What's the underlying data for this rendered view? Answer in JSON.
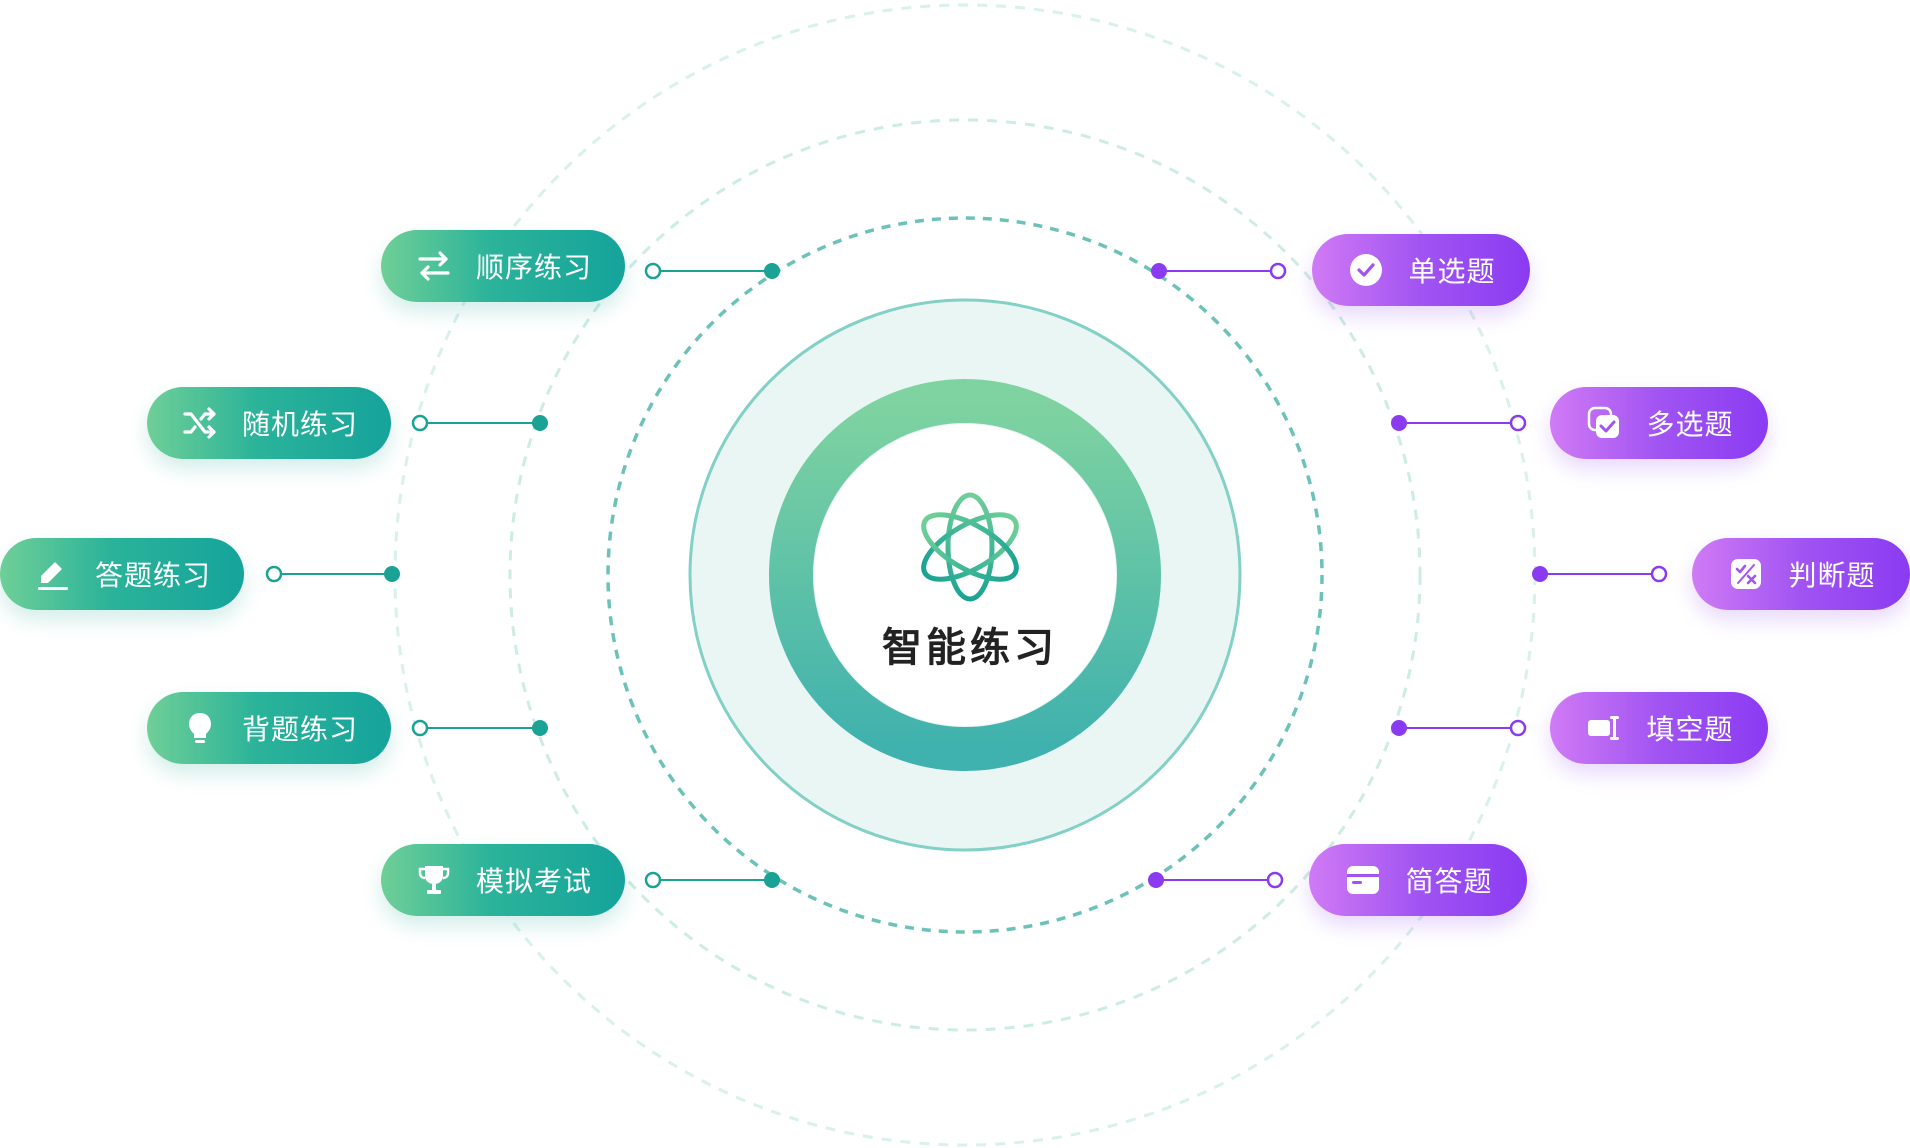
{
  "center": {
    "title": "智能练习",
    "icon": "atom-icon"
  },
  "colors": {
    "green_start": "#6fcf97",
    "green_end": "#15a39b",
    "purple_start": "#d07af5",
    "purple_end": "#8a3bf2",
    "teal_ring": "#7fcfc4"
  },
  "practice_modes": [
    {
      "label": "顺序练习",
      "icon": "sequence-arrows-icon"
    },
    {
      "label": "随机练习",
      "icon": "shuffle-icon"
    },
    {
      "label": "答题练习",
      "icon": "pen-icon"
    },
    {
      "label": "背题练习",
      "icon": "lightbulb-icon"
    },
    {
      "label": "模拟考试",
      "icon": "trophy-icon"
    }
  ],
  "question_types": [
    {
      "label": "单选题",
      "icon": "check-circle-icon"
    },
    {
      "label": "多选题",
      "icon": "multi-check-icon"
    },
    {
      "label": "判断题",
      "icon": "true-false-icon"
    },
    {
      "label": "填空题",
      "icon": "fill-blank-icon"
    },
    {
      "label": "简答题",
      "icon": "card-icon"
    }
  ]
}
